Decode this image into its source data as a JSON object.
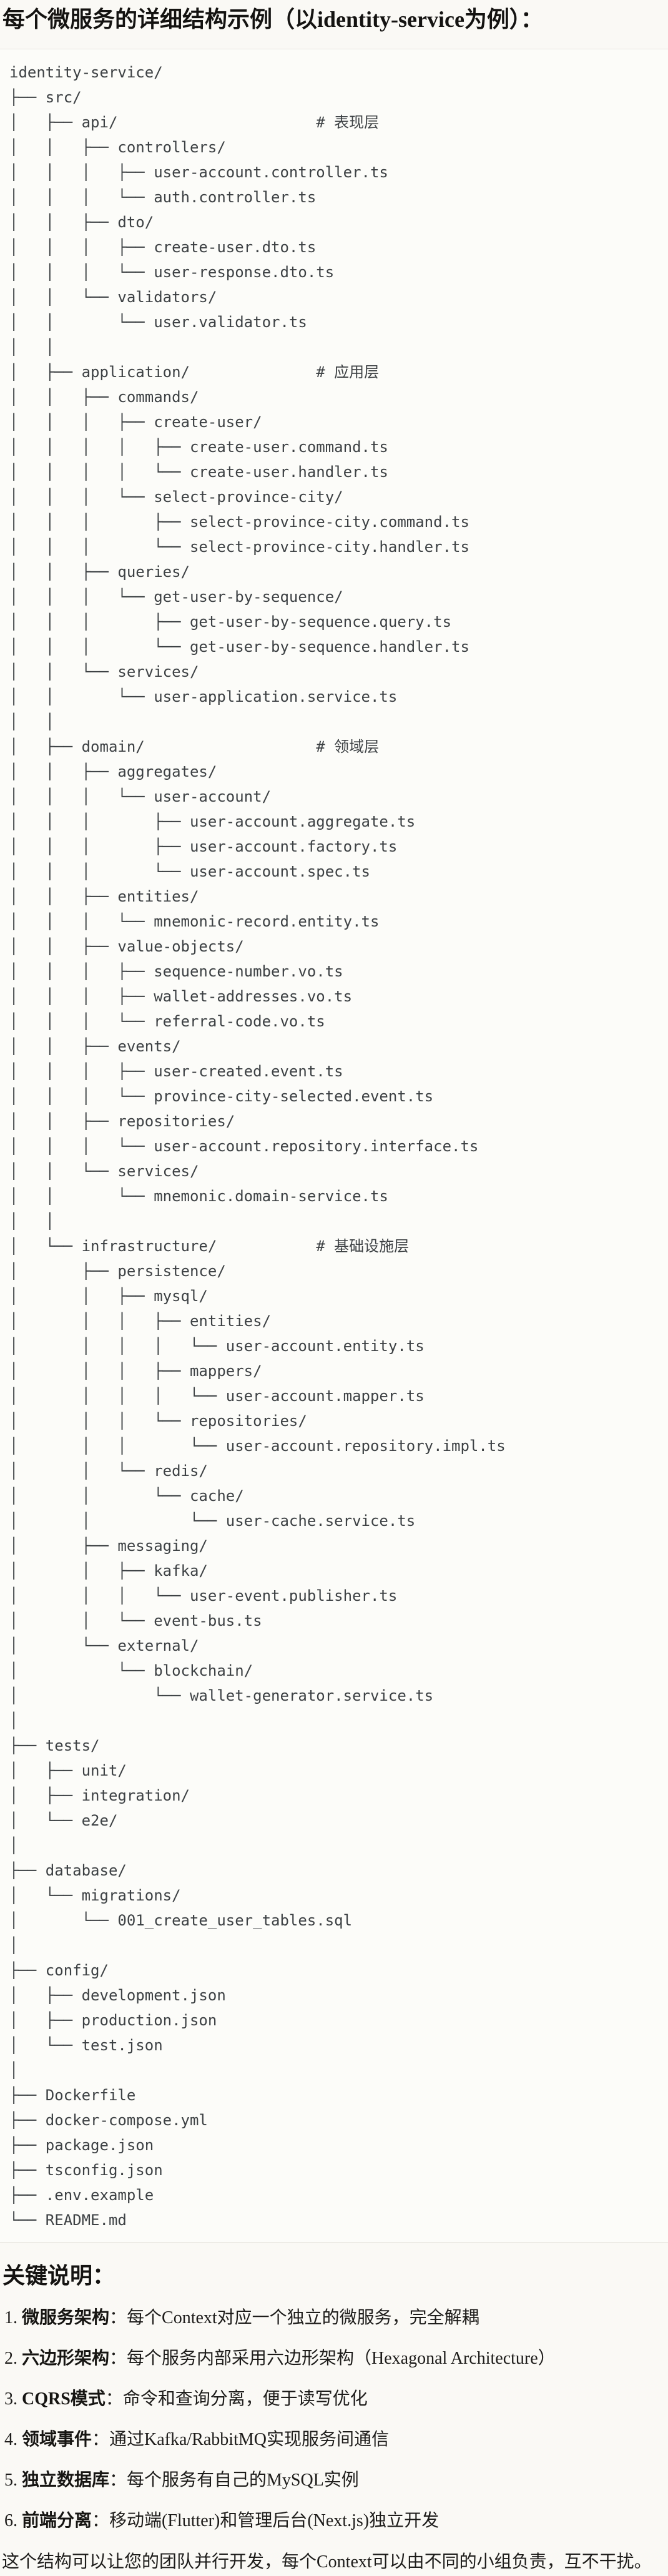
{
  "page": {
    "title": "每个微服务的详细结构示例（以identity-service为例）：",
    "colors": {
      "page_bg": "#faf9f5",
      "code_bg": "#fcfcf9",
      "code_border": "#e7e5de",
      "code_text": "#3d4144",
      "heading_text": "#141311"
    }
  },
  "tree": {
    "root": "identity-service/",
    "layer_comments": [
      "# 表现层",
      "# 应用层",
      "# 领域层",
      "# 基础设施层"
    ],
    "lines": [
      "identity-service/",
      "├── src/",
      "│   ├── api/                      # 表现层",
      "│   │   ├── controllers/",
      "│   │   │   ├── user-account.controller.ts",
      "│   │   │   └── auth.controller.ts",
      "│   │   ├── dto/",
      "│   │   │   ├── create-user.dto.ts",
      "│   │   │   └── user-response.dto.ts",
      "│   │   └── validators/",
      "│   │       └── user.validator.ts",
      "│   │",
      "│   ├── application/              # 应用层",
      "│   │   ├── commands/",
      "│   │   │   ├── create-user/",
      "│   │   │   │   ├── create-user.command.ts",
      "│   │   │   │   └── create-user.handler.ts",
      "│   │   │   └── select-province-city/",
      "│   │   │       ├── select-province-city.command.ts",
      "│   │   │       └── select-province-city.handler.ts",
      "│   │   ├── queries/",
      "│   │   │   └── get-user-by-sequence/",
      "│   │   │       ├── get-user-by-sequence.query.ts",
      "│   │   │       └── get-user-by-sequence.handler.ts",
      "│   │   └── services/",
      "│   │       └── user-application.service.ts",
      "│   │",
      "│   ├── domain/                   # 领域层",
      "│   │   ├── aggregates/",
      "│   │   │   └── user-account/",
      "│   │   │       ├── user-account.aggregate.ts",
      "│   │   │       ├── user-account.factory.ts",
      "│   │   │       └── user-account.spec.ts",
      "│   │   ├── entities/",
      "│   │   │   └── mnemonic-record.entity.ts",
      "│   │   ├── value-objects/",
      "│   │   │   ├── sequence-number.vo.ts",
      "│   │   │   ├── wallet-addresses.vo.ts",
      "│   │   │   └── referral-code.vo.ts",
      "│   │   ├── events/",
      "│   │   │   ├── user-created.event.ts",
      "│   │   │   └── province-city-selected.event.ts",
      "│   │   ├── repositories/",
      "│   │   │   └── user-account.repository.interface.ts",
      "│   │   └── services/",
      "│   │       └── mnemonic.domain-service.ts",
      "│   │",
      "│   └── infrastructure/           # 基础设施层",
      "│       ├── persistence/",
      "│       │   ├── mysql/",
      "│       │   │   ├── entities/",
      "│       │   │   │   └── user-account.entity.ts",
      "│       │   │   ├── mappers/",
      "│       │   │   │   └── user-account.mapper.ts",
      "│       │   │   └── repositories/",
      "│       │   │       └── user-account.repository.impl.ts",
      "│       │   └── redis/",
      "│       │       └── cache/",
      "│       │           └── user-cache.service.ts",
      "│       ├── messaging/",
      "│       │   ├── kafka/",
      "│       │   │   └── user-event.publisher.ts",
      "│       │   └── event-bus.ts",
      "│       └── external/",
      "│           └── blockchain/",
      "│               └── wallet-generator.service.ts",
      "│",
      "├── tests/",
      "│   ├── unit/",
      "│   ├── integration/",
      "│   └── e2e/",
      "│",
      "├── database/",
      "│   └── migrations/",
      "│       └── 001_create_user_tables.sql",
      "│",
      "├── config/",
      "│   ├── development.json",
      "│   ├── production.json",
      "│   └── test.json",
      "│",
      "├── Dockerfile",
      "├── docker-compose.yml",
      "├── package.json",
      "├── tsconfig.json",
      "├── .env.example",
      "└── README.md"
    ]
  },
  "notes": {
    "heading": "关键说明：",
    "items": [
      {
        "num": "1.",
        "term": "微服务架构",
        "desc": "：每个Context对应一个独立的微服务，完全解耦"
      },
      {
        "num": "2.",
        "term": "六边形架构",
        "desc": "：每个服务内部采用六边形架构（Hexagonal Architecture）"
      },
      {
        "num": "3.",
        "term": "CQRS模式",
        "desc": "：命令和查询分离，便于读写优化"
      },
      {
        "num": "4.",
        "term": "领域事件",
        "desc": "：通过Kafka/RabbitMQ实现服务间通信"
      },
      {
        "num": "5.",
        "term": "独立数据库",
        "desc": "：每个服务有自己的MySQL实例"
      },
      {
        "num": "6.",
        "term": "前端分离",
        "desc": "：移动端(Flutter)和管理后台(Next.js)独立开发"
      }
    ],
    "footer": "这个结构可以让您的团队并行开发，每个Context可以由不同的小组负责，互不干扰。"
  }
}
